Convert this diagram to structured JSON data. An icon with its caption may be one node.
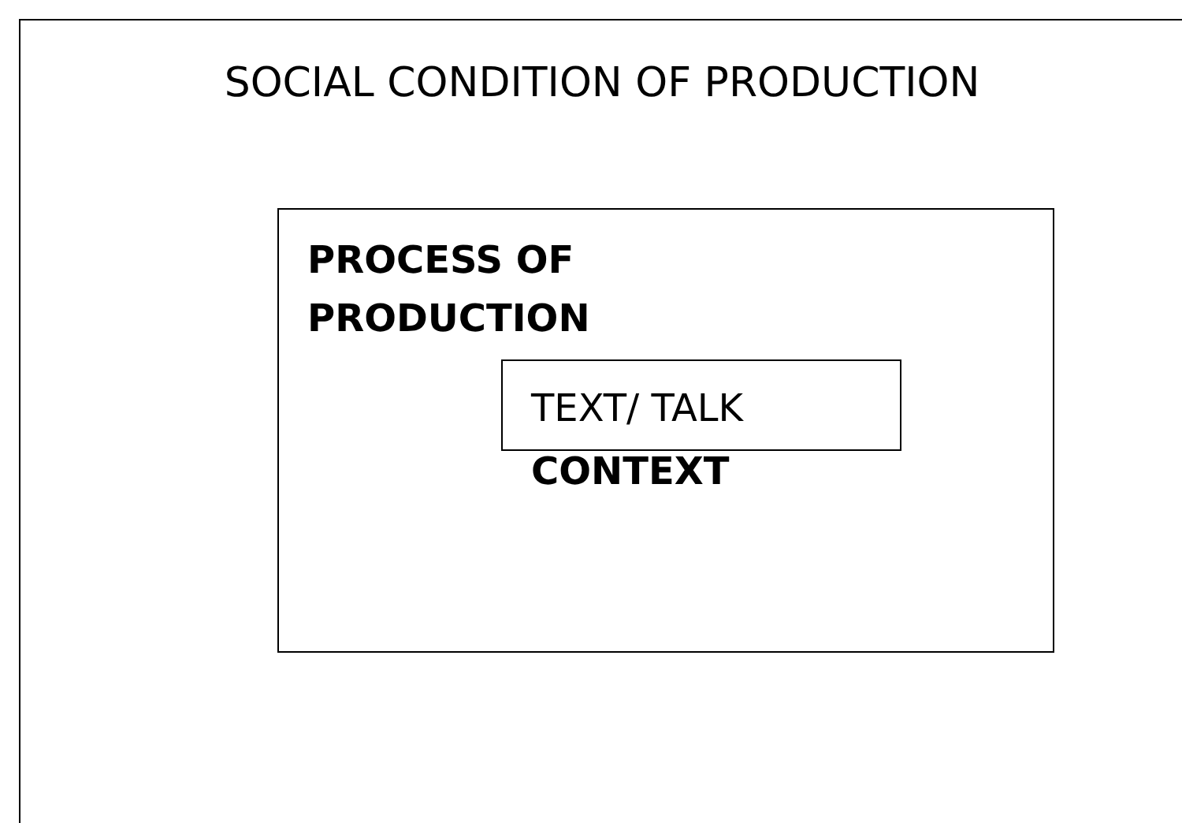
{
  "diagram": {
    "nodes": [
      {
        "text": [
          "SOCIAL CONDITION OF PRODUCTION"
        ]
      },
      {
        "text": [
          "PROCESS OF PRODUCTION",
          "CONTEXT"
        ],
        "in": 0
      },
      {
        "text": [
          "TEXT/ TALK"
        ],
        "in": 1
      }
    ]
  }
}
